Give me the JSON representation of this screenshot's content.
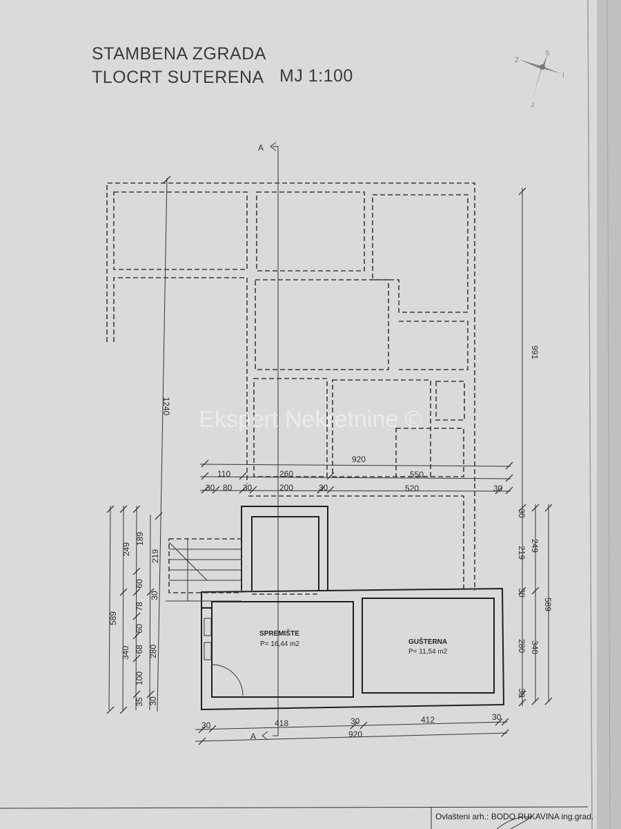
{
  "header": {
    "title_line1": "STAMBENA ZGRADA",
    "title_line2": "TLOCRT SUTERENA",
    "scale": "MJ 1:100"
  },
  "compass": {
    "n": "S",
    "s": "J",
    "e": "I",
    "w": "Z"
  },
  "section_marker": {
    "top": "A",
    "bottom": "A"
  },
  "rooms": [
    {
      "name": "SPREMIŠTE",
      "area": "P= 16,44 m2"
    },
    {
      "name": "GUŠTERNA",
      "area": "P= 11,54 m2"
    }
  ],
  "dimensions": {
    "top_total": "920",
    "top_row2": [
      "110",
      "260",
      "550"
    ],
    "top_row3": [
      "30",
      "80",
      "30",
      "200",
      "30",
      "520",
      "30"
    ],
    "bottom_row1": [
      "30",
      "418",
      "30",
      "412",
      "30"
    ],
    "bottom_total": "920",
    "left_overall": "1240",
    "left_chain_a": [
      "589"
    ],
    "left_chain_b": [
      "249",
      "340"
    ],
    "left_chain_c": [
      "189",
      "60",
      "78",
      "60",
      "68",
      "100",
      "35"
    ],
    "left_chain_d": [
      "219",
      "30",
      "280",
      "30"
    ],
    "right_overall": "991",
    "right_chain_a": [
      "30",
      "219",
      "30",
      "280",
      "30"
    ],
    "right_chain_b": [
      "249",
      "340"
    ],
    "right_chain_c": [
      "589"
    ]
  },
  "watermark": "Ekspert Nekretnine ©",
  "title_block": {
    "architect": "Ovlašteni arh.: BODO RUKAVINA ing.grad."
  }
}
